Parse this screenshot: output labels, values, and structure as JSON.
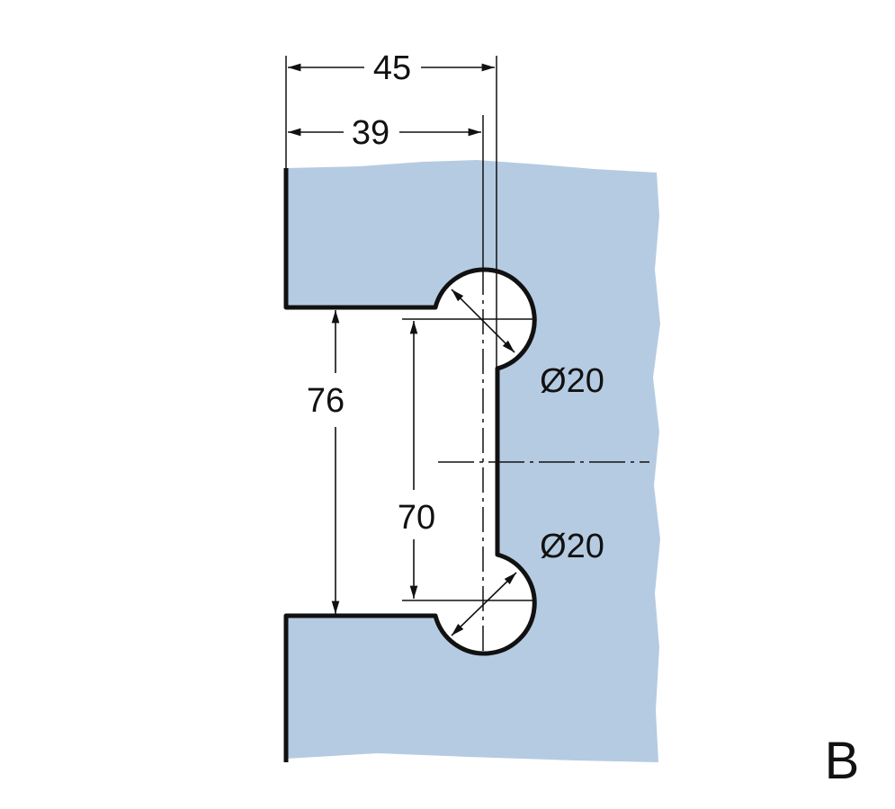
{
  "drawing": {
    "fill_color": "#b5cbe2",
    "dimensions": {
      "overall_depth": "45",
      "center_depth": "39",
      "opening_height": "76",
      "center_distance": "70",
      "upper_diameter": "Ø20",
      "lower_diameter": "Ø20"
    },
    "view_label": "B"
  }
}
